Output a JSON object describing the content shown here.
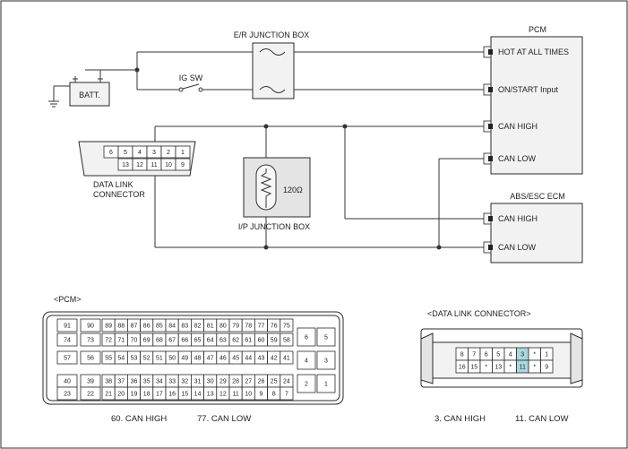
{
  "title": "",
  "components": {
    "batt": "BATT.",
    "ig_sw": "IG SW",
    "er_junction_box": "E/R JUNCTION BOX",
    "ip_junction_box": "I/P JUNCTION BOX",
    "resistor": "120Ω",
    "dlc_label_line1": "DATA LINK",
    "dlc_label_line2": "CONNECTOR",
    "pcm": {
      "title": "PCM",
      "pins": [
        "HOT AT ALL TIMES",
        "ON/START Input",
        "CAN HIGH",
        "CAN LOW"
      ]
    },
    "abs_esc_ecm": {
      "title": "ABS/ESC ECM",
      "pins": [
        "CAN HIGH",
        "CAN LOW"
      ]
    },
    "dlc_small": {
      "top": [
        "6",
        "5",
        "4",
        "3",
        "2",
        "1"
      ],
      "bottom": [
        "13",
        "12",
        "11",
        "10",
        "9"
      ]
    }
  },
  "pcm_connector": {
    "title": "<PCM>",
    "left_block": [
      [
        "91",
        "90"
      ],
      [
        "74",
        "73"
      ],
      [
        "57",
        "56"
      ],
      [
        "40",
        "39"
      ],
      [
        "23",
        "22"
      ]
    ],
    "main_rows": [
      [
        "89",
        "88",
        "87",
        "86",
        "85",
        "84",
        "83",
        "82",
        "81",
        "80",
        "79",
        "78",
        "77",
        "76",
        "75"
      ],
      [
        "72",
        "71",
        "70",
        "69",
        "68",
        "67",
        "66",
        "65",
        "64",
        "63",
        "62",
        "61",
        "60",
        "59",
        "58"
      ],
      [
        "55",
        "54",
        "53",
        "52",
        "51",
        "50",
        "49",
        "48",
        "47",
        "46",
        "45",
        "44",
        "43",
        "42",
        "41"
      ],
      [
        "38",
        "37",
        "36",
        "35",
        "34",
        "33",
        "32",
        "31",
        "30",
        "29",
        "28",
        "27",
        "26",
        "25",
        "24"
      ],
      [
        "21",
        "20",
        "19",
        "18",
        "17",
        "16",
        "15",
        "14",
        "13",
        "12",
        "11",
        "10",
        "9",
        "8",
        "7"
      ]
    ],
    "right_block": [
      [
        "6",
        "5"
      ],
      [
        "4",
        "3"
      ],
      [
        "2",
        "1"
      ]
    ],
    "captions": [
      "60. CAN HIGH",
      "77. CAN LOW"
    ]
  },
  "dlc_connector": {
    "title": "<DATA LINK CONNECTOR>",
    "top": [
      "8",
      "7",
      "6",
      "5",
      "4",
      "3",
      "*",
      "1"
    ],
    "bottom": [
      "16",
      "15",
      "*",
      "13",
      "*",
      "11",
      "*",
      "9"
    ],
    "captions": [
      "3. CAN HIGH",
      "11. CAN LOW"
    ]
  },
  "colors": {
    "border": "#2a2a2a",
    "line": "#333333",
    "box_fill": "#f2f2f2",
    "shaded_fill": "#e4e4e4",
    "highlight": "#a9d8de"
  }
}
